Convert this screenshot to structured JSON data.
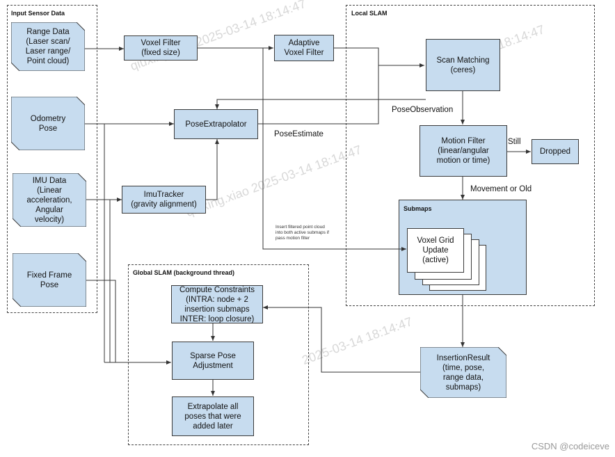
{
  "groups": {
    "input": "Input Sensor Data",
    "local": "Local SLAM",
    "global": "Global SLAM (background thread)",
    "submaps": "Submaps"
  },
  "inputs": {
    "range": "Range Data\n(Laser scan/\nLaser range/\nPoint cloud)",
    "odometry": "Odometry\nPose",
    "imu": "IMU Data\n(Linear\nacceleration,\nAngular\nvelocity)",
    "fixed": "Fixed Frame\nPose"
  },
  "nodes": {
    "voxel_filter": "Voxel Filter\n(fixed size)",
    "adaptive_filter": "Adaptive\nVoxel Filter",
    "scan_matching": "Scan Matching\n(ceres)",
    "pose_extrapolator": "PoseExtrapolator",
    "imu_tracker": "ImuTracker\n(gravity alignment)",
    "motion_filter": "Motion Filter\n(linear/angular\nmotion or time)",
    "dropped": "Dropped",
    "voxel_grid": "Voxel Grid\nUpdate\n(active)",
    "insertion_result": "InsertionResult\n(time, pose,\nrange data,\nsubmaps)",
    "compute_constraints": "Compute Constraints\n(INTRA: node + 2\ninsertion submaps\nINTER: loop closure)",
    "sparse_pose": "Sparse Pose\nAdjustment",
    "extrapolate_all": "Extrapolate all\nposes that were\nadded later"
  },
  "labels": {
    "pose_observation": "PoseObservation",
    "pose_estimate": "PoseEstimate",
    "still": "Still",
    "movement_or_old": "Movement or Old",
    "insert_note": "Insert filtered point cloud\ninto both active submaps if\npass motion filter"
  },
  "watermark": {
    "text_a": "qiuxing.xiao 2025-03-14 18:14:47",
    "text_b": "2025-03-14 18:14:47"
  },
  "footer": "CSDN @codeiceve",
  "colors": {
    "box": "#c7dcef",
    "submaps_bg": "#c7dcef",
    "line": "#333333"
  }
}
